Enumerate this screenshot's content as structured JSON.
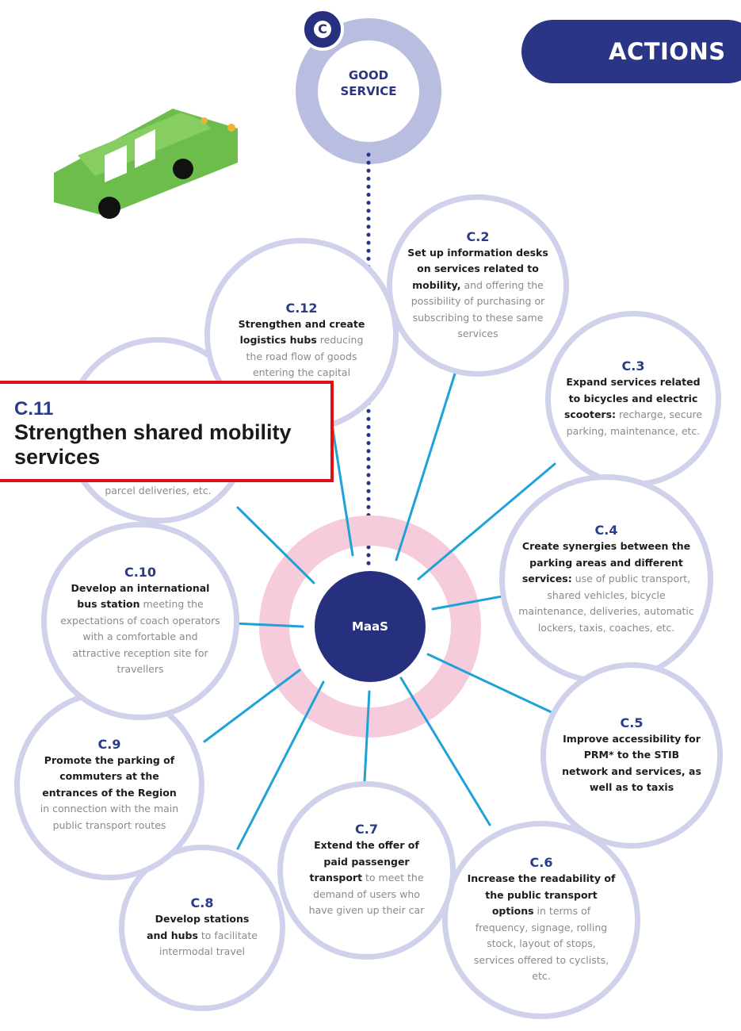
{
  "header": {
    "badge": "C",
    "title": "GOOD SERVICE",
    "actions": "ACTIONS"
  },
  "hub": {
    "label": "MaaS"
  },
  "callout": {
    "code": "C.11",
    "title": "Strengthen shared mobility services"
  },
  "c11_fragment": "parcel deliveries, etc.",
  "colors": {
    "navy": "#27307f",
    "lavender": "#cfd2ea",
    "pink": "#f6ccdc",
    "line": "#1fa2d8",
    "car": "#6dbd4c",
    "callout_border": "#e11014"
  },
  "nodes": [
    {
      "id": "c2",
      "code": "C.2",
      "bold": "Set up information desks on services related to mobility,",
      "rest": " and offering the possibility of purchasing or subscribing to these same services"
    },
    {
      "id": "c3",
      "code": "C.3",
      "bold": "Expand services related to bicycles and electric scooters:",
      "rest": " recharge, secure parking, maintenance, etc."
    },
    {
      "id": "c4",
      "code": "C.4",
      "bold": "Create synergies between the parking areas and different services:",
      "rest": " use of public transport, shared vehicles, bicycle maintenance, deliveries, automatic lockers, taxis, coaches, etc."
    },
    {
      "id": "c5",
      "code": "C.5",
      "bold": "Improve accessibility for PRM* to the STIB network and services, as well as to taxis",
      "rest": ""
    },
    {
      "id": "c6",
      "code": "C.6",
      "bold": "Increase the readability of the public transport options",
      "rest": " in terms of frequency, signage, rolling stock, layout of stops, services offered to cyclists, etc."
    },
    {
      "id": "c7",
      "code": "C.7",
      "bold": "Extend the offer of paid passenger transport",
      "rest": " to meet the demand of users who have given up their car"
    },
    {
      "id": "c8",
      "code": "C.8",
      "bold": "Develop stations and hubs",
      "rest": " to facilitate intermodal travel"
    },
    {
      "id": "c9",
      "code": "C.9",
      "bold": "Promote the parking of commuters at the entrances of the Region",
      "rest": " in connection with the main public transport routes"
    },
    {
      "id": "c10",
      "code": "C.10",
      "bold": "Develop an international bus station",
      "rest": " meeting the expectations of coach operators with a comfortable and attractive reception site for travellers"
    },
    {
      "id": "c12",
      "code": "C.12",
      "bold": "Strengthen and create logistics hubs",
      "rest": " reducing the road flow of goods entering the capital"
    }
  ]
}
